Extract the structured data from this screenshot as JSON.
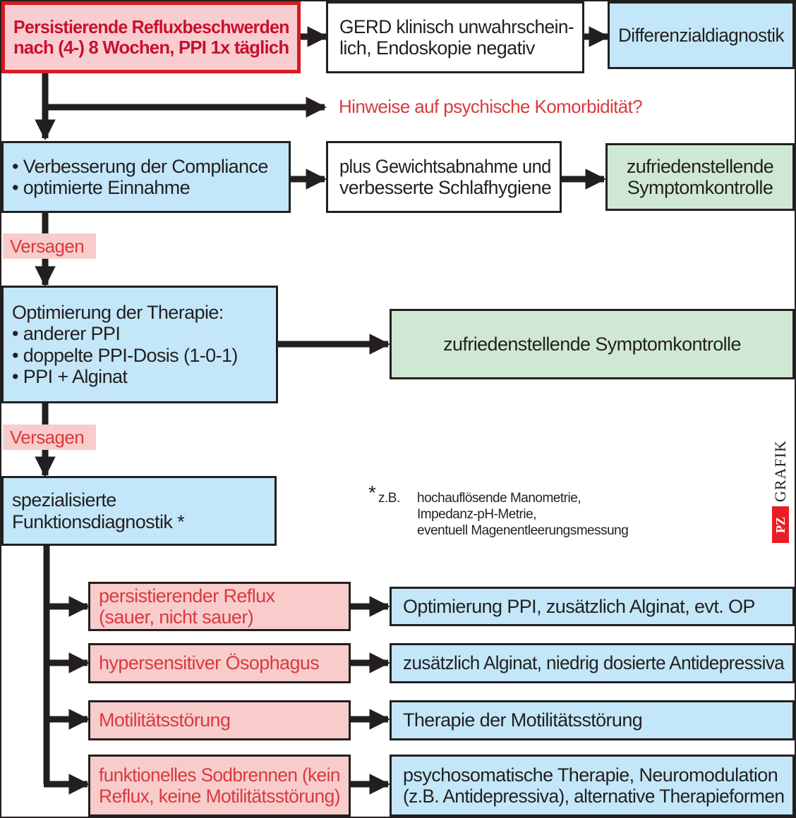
{
  "diagram": {
    "start": {
      "lines": [
        "Persistierende Refluxbeschwerden",
        "nach (4-) 8 Wochen, PPI 1x täglich"
      ]
    },
    "gerd_unlikely": {
      "lines": [
        "GERD klinisch unwahrschein-",
        "lich, Endoskopie negativ"
      ]
    },
    "differential": {
      "label": "Differenzialdiagnostik"
    },
    "comorbidity_note": "Hinweise auf psychische Komorbidität?",
    "compliance": {
      "bullets": [
        "•  Verbesserung der Compliance",
        "•  optimierte Einnahme"
      ]
    },
    "lifestyle": {
      "lines": [
        "plus Gewichtsabnahme und",
        "verbesserte Schlafhygiene"
      ]
    },
    "success_1": {
      "lines": [
        "zufriedenstellende",
        "Symptomkontrolle"
      ]
    },
    "failure_1": "Versagen",
    "therapy_opt": {
      "title": "Optimierung der Therapie:",
      "bullets": [
        "•  anderer PPI",
        "•  doppelte PPI-Dosis (1-0-1)",
        "•  PPI + Alginat"
      ]
    },
    "success_2": {
      "label": "zufriedenstellende Symptomkontrolle"
    },
    "failure_2": "Versagen",
    "function_diag": {
      "lines": [
        "spezialisierte",
        "Funktionsdiagnostik *"
      ]
    },
    "footnote": {
      "star": "*",
      "lead": "z.B.",
      "lines": [
        "hochauflösende Manometrie,",
        "Impedanz-pH-Metrie,",
        "eventuell Magenentleerungsmessung"
      ]
    },
    "findings": [
      {
        "finding": [
          "persistierender Reflux",
          "(sauer, nicht sauer)"
        ],
        "therapy": [
          "Optimierung PPI, zusätzlich Alginat, evt. OP"
        ]
      },
      {
        "finding": [
          "hypersensitiver Ösophagus"
        ],
        "therapy": [
          "zusätzlich Alginat, niedrig dosierte Antidepressiva"
        ]
      },
      {
        "finding": [
          "Motilitätsstörung"
        ],
        "therapy": [
          "Therapie der Motilitätsstörung"
        ]
      },
      {
        "finding": [
          "funktionelles Sodbrennen (kein",
          "Reflux, keine Motilitätsstörung)"
        ],
        "therapy": [
          "psychosomatische Therapie, Neuromodulation",
          "(z.B. Antidepressiva), alternative Therapieformen"
        ]
      }
    ],
    "logo": {
      "pz": "PZ",
      "grafik": "GRAFIK"
    }
  },
  "colors": {
    "start_border": "#d41c23",
    "start_fill": "#f9cdd0",
    "red_text": "#d83a3f",
    "blue_fill": "#c3e7f9",
    "green_fill": "#cfe8d4",
    "pink_fill": "#f9cccc",
    "line": "#231f20",
    "logo_red": "#ed1c24"
  }
}
